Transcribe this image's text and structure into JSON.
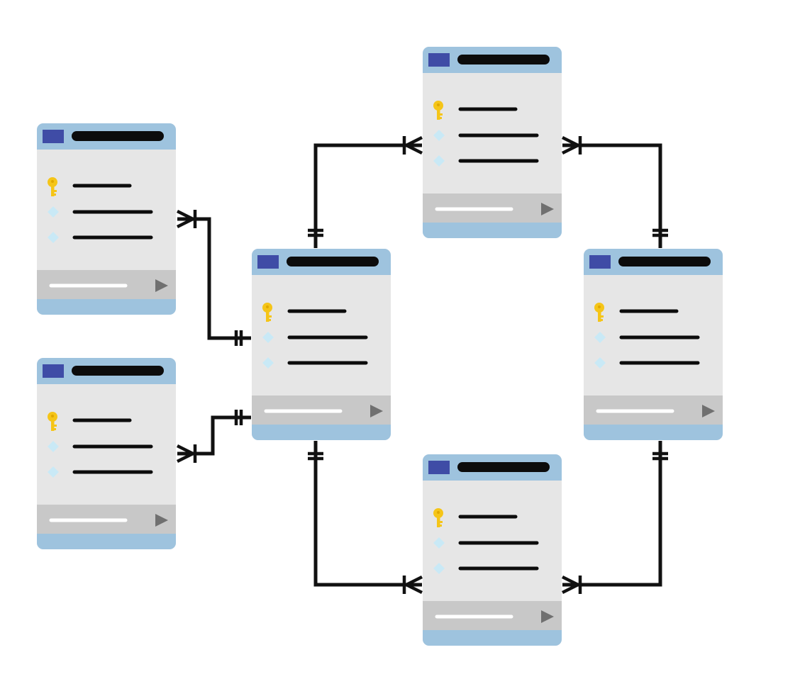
{
  "colors": {
    "background": "#ffffff",
    "header": "#9ec3de",
    "body": "#e6e6e6",
    "footer_bar": "#c8c8c8",
    "footer_base": "#9ec3de",
    "title_chip": "#3f4ca6",
    "title_bar": "#0c0c0c",
    "line": "#0c0c0c",
    "key_icon": "#f5c518",
    "attribute_icon": "#c9e9f6",
    "play_icon": "#707070",
    "footer_line": "#ffffff",
    "connector": "#111111"
  },
  "diagram": {
    "type": "entity-relationship",
    "tables": [
      {
        "id": "table-left-top",
        "rows": [
          {
            "icon": "key-icon"
          },
          {
            "icon": "attribute-icon"
          },
          {
            "icon": "attribute-icon"
          }
        ],
        "footer_icon": "play-icon"
      },
      {
        "id": "table-left-bottom",
        "rows": [
          {
            "icon": "key-icon"
          },
          {
            "icon": "attribute-icon"
          },
          {
            "icon": "attribute-icon"
          }
        ],
        "footer_icon": "play-icon"
      },
      {
        "id": "table-center",
        "rows": [
          {
            "icon": "key-icon"
          },
          {
            "icon": "attribute-icon"
          },
          {
            "icon": "attribute-icon"
          }
        ],
        "footer_icon": "play-icon"
      },
      {
        "id": "table-top",
        "rows": [
          {
            "icon": "key-icon"
          },
          {
            "icon": "attribute-icon"
          },
          {
            "icon": "attribute-icon"
          }
        ],
        "footer_icon": "play-icon"
      },
      {
        "id": "table-right",
        "rows": [
          {
            "icon": "key-icon"
          },
          {
            "icon": "attribute-icon"
          },
          {
            "icon": "attribute-icon"
          }
        ],
        "footer_icon": "play-icon"
      },
      {
        "id": "table-bottom",
        "rows": [
          {
            "icon": "key-icon"
          },
          {
            "icon": "attribute-icon"
          },
          {
            "icon": "attribute-icon"
          }
        ],
        "footer_icon": "play-icon"
      }
    ],
    "relationships": [
      {
        "from": "table-left-top",
        "to": "table-center",
        "from_end": "one-or-many",
        "to_end": "exactly-one"
      },
      {
        "from": "table-left-bottom",
        "to": "table-center",
        "from_end": "one-or-many",
        "to_end": "exactly-one"
      },
      {
        "from": "table-center",
        "to": "table-top",
        "from_end": "exactly-one",
        "to_end": "one-or-many"
      },
      {
        "from": "table-right",
        "to": "table-top",
        "from_end": "exactly-one",
        "to_end": "one-or-many"
      },
      {
        "from": "table-center",
        "to": "table-bottom",
        "from_end": "exactly-one",
        "to_end": "one-or-many"
      },
      {
        "from": "table-right",
        "to": "table-bottom",
        "from_end": "exactly-one",
        "to_end": "one-or-many"
      }
    ]
  }
}
